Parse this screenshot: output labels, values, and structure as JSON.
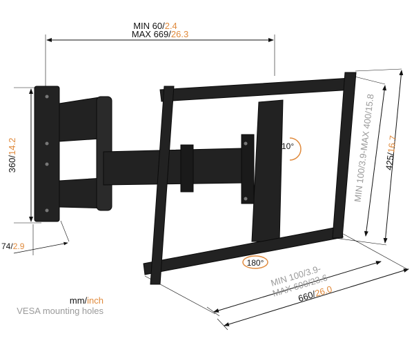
{
  "colors": {
    "metric": "#111111",
    "imperial": "#e08a3c",
    "vesa": "#9a9a9a",
    "mount": "#222222"
  },
  "arm_extension": {
    "min_mm": "MIN 60/",
    "min_in": "2.4",
    "max_mm": "MAX 669/",
    "max_in": "26.3"
  },
  "wall_plate_height": {
    "mm": "360/",
    "in": "14.2"
  },
  "wall_plate_depth": {
    "mm": "74/",
    "in": "2.9"
  },
  "tilt": {
    "label": "10°"
  },
  "rotation": {
    "label": "180°"
  },
  "vesa_vertical": {
    "min_mm": "MIN 100/",
    "min_in": "3.9",
    "sep": "-",
    "max_mm": "MAX 400/",
    "max_in": "15.8"
  },
  "bracket_height": {
    "mm": "425/",
    "in": "16.7"
  },
  "vesa_horizontal": {
    "min_mm": "MIN 100/",
    "min_in": "3.9-",
    "max_mm": "MAX 600/",
    "max_in": "23.6"
  },
  "bracket_width": {
    "mm": "660/",
    "in": "26.0"
  },
  "legend": {
    "mm": "mm/",
    "inch": "inch",
    "caption": "VESA mounting holes"
  }
}
